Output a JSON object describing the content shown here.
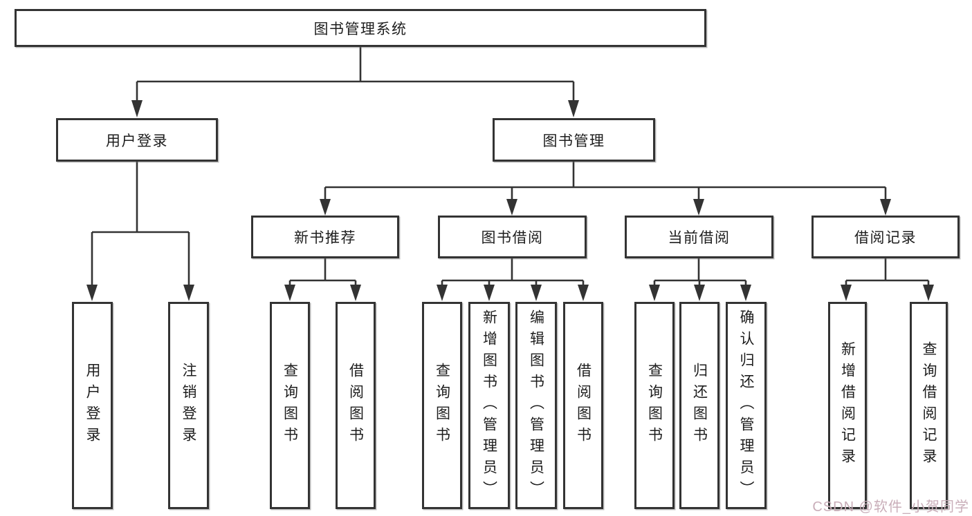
{
  "nodes": {
    "root": "图书管理系统",
    "user_login": "用户登录",
    "book_mgmt": "图书管理",
    "cat_new_book": "新书推荐",
    "cat_borrow": "图书借阅",
    "cat_current": "当前借阅",
    "cat_record": "借阅记录"
  },
  "leaves": {
    "login": [
      "用户登录",
      "注销登录"
    ],
    "new_book": [
      "查询图书",
      "借阅图书"
    ],
    "borrow": [
      "查询图书",
      "新增图书（管理员）",
      "编辑图书（管理员）",
      "借阅图书"
    ],
    "current": [
      "查询图书",
      "归还图书",
      "确认归还（管理员）"
    ],
    "record": [
      "新增借阅记录",
      "查询借阅记录"
    ]
  },
  "watermark": "CSDN @软件_小贺同学",
  "colors": {
    "line": "#333333",
    "text": "#1d1d1d",
    "watermark": "#c9aeb9",
    "background": "#ffffff"
  }
}
